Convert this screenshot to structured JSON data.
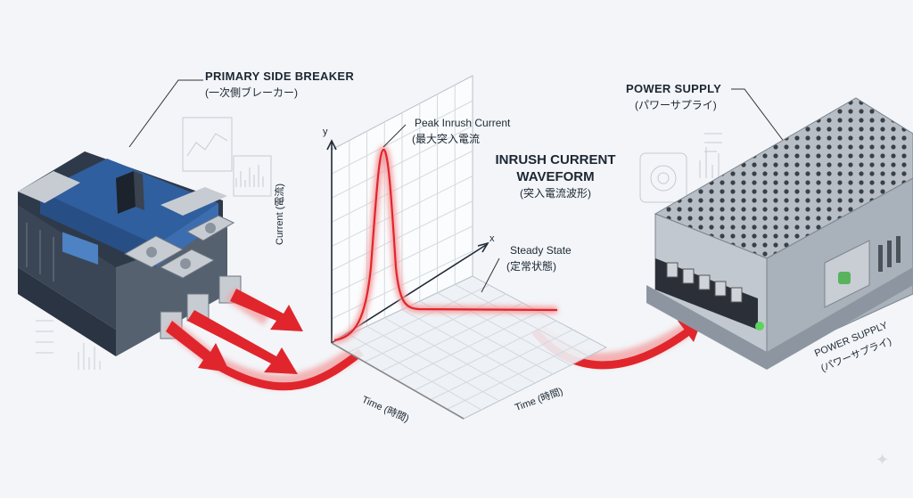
{
  "breaker": {
    "title": "PRIMARY SIDE BREAKER",
    "subtitle": "(一次側ブレーカー)"
  },
  "power_supply": {
    "title": "POWER SUPPLY",
    "subtitle": "(パワーサプライ)",
    "side_title": "POWER SUPPLY",
    "side_subtitle": "(パワーサプライ)"
  },
  "waveform": {
    "heading_line1": "INRUSH CURRENT",
    "heading_line2": "WAVEFORM",
    "heading_sub": "(突入電流波形)",
    "peak_label": "Peak Inrush Current",
    "peak_sub": "(最大突入電流",
    "steady_label": "Steady State",
    "steady_sub": "(定常状態)",
    "y_axis": "y",
    "x_axis": "x",
    "y_label": "Current (電流)",
    "x_label_front": "Time (時間)",
    "x_label_back": "Time (時間)"
  },
  "colors": {
    "accent_red": "#e0262c",
    "breaker_blue": "#2f5f9e",
    "supply_grey": "#9aa3ad"
  }
}
